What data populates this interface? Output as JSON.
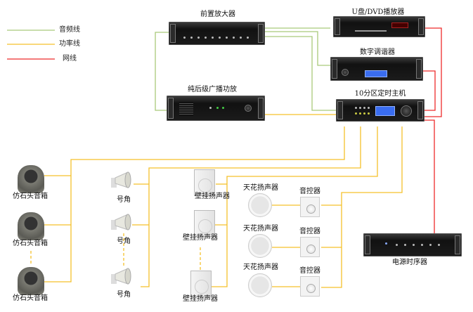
{
  "legend": [
    {
      "label": "音频线",
      "color": "#a9c97a"
    },
    {
      "label": "功率线",
      "color": "#f5c12b"
    },
    {
      "label": "网线",
      "color": "#ee2b2b"
    }
  ],
  "devices": {
    "preamp": "前置放大器",
    "power_amp": "纯后级广播功放",
    "dvd": "U盘/DVD播放器",
    "tuner": "数字调谐器",
    "host": "10分区定时主机",
    "sequencer": "电源时序器"
  },
  "speakers": {
    "stone": [
      "仿石头音箱",
      "仿石头音箱",
      "仿石头音箱"
    ],
    "horn": [
      "号角",
      "号角",
      "号角"
    ],
    "wall": [
      "壁挂扬声器",
      "壁挂扬声器",
      "壁挂扬声器"
    ],
    "ceiling": [
      "天花扬声器",
      "天花扬声器",
      "天花扬声器"
    ],
    "volume_control": [
      "音控器",
      "音控器",
      "音控器"
    ]
  },
  "colors": {
    "audio": "#a9c97a",
    "power": "#f5c12b",
    "network": "#ee2b2b"
  }
}
